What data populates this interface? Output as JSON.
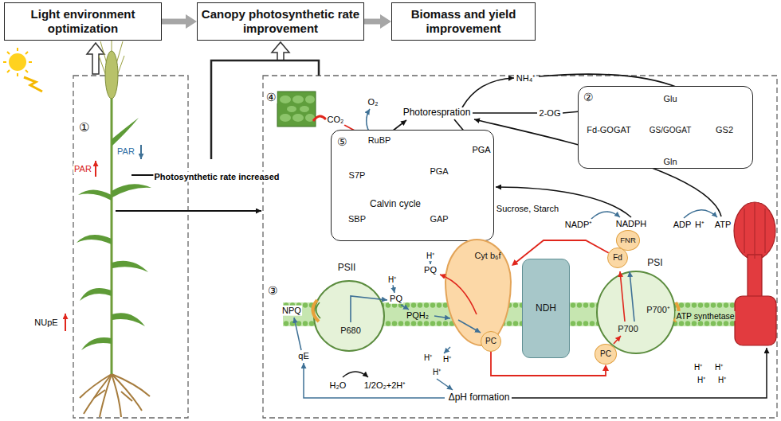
{
  "diagram": {
    "nodes": [
      {
        "text": [
          "Light environment optimization"
        ]
      },
      {
        "text": [
          "Canopy photosynthetic rate improvement"
        ]
      },
      {
        "text": [
          "Biomass and yield improvement"
        ]
      },
      {
        "text": [
          "⑤",
          "RuBP",
          "PGA",
          "GAP",
          "SBP",
          "S7P",
          "Calvin cycle"
        ]
      },
      {
        "text": [
          "②",
          "Glu",
          "GS/GOGAT",
          "Fd-GOGAT",
          "GS2",
          "Gln"
        ]
      },
      {
        "text": [
          "PSII",
          "P680"
        ]
      },
      {
        "text": [
          "Cyt b₆f"
        ]
      },
      {
        "text": [
          "PC"
        ]
      },
      {
        "text": [
          "NDH"
        ]
      },
      {
        "text": [
          "FNR"
        ]
      },
      {
        "text": [
          "Fd"
        ]
      },
      {
        "text": [
          "PSI",
          "P700",
          "P700⁺"
        ]
      },
      {
        "text": [
          "PC"
        ]
      }
    ],
    "edges": [
      {
        "from": 0,
        "to": 1,
        "arrow": "to"
      },
      {
        "from": 1,
        "to": 2,
        "arrow": "to"
      },
      {
        "from": 7,
        "to": 12,
        "arrow": "to"
      },
      {
        "from": 10,
        "to": 6,
        "arrow": "to"
      }
    ],
    "labels": [
      "①",
      "PAR",
      "PAR",
      "Photosynthetic rate increased",
      "NUpE",
      "④",
      "CO₂",
      "O₂",
      "Photorespration",
      "NH₄⁺",
      "2-OG",
      "PGA",
      "Sucrose, Starch",
      "NADP⁺",
      "NADPH",
      "ADP",
      "H⁺",
      "ATP",
      "③",
      "NPQ",
      "H⁺",
      "H⁺",
      "PQ",
      "PQ",
      "PQH₂",
      "qE",
      "H₂O",
      "1/2O₂+2H⁺",
      "H⁺",
      "H⁺",
      "H⁺",
      "ΔpH formation",
      "ATP synthetase",
      "H⁺",
      "H⁺",
      "H⁺",
      "H⁺"
    ]
  }
}
